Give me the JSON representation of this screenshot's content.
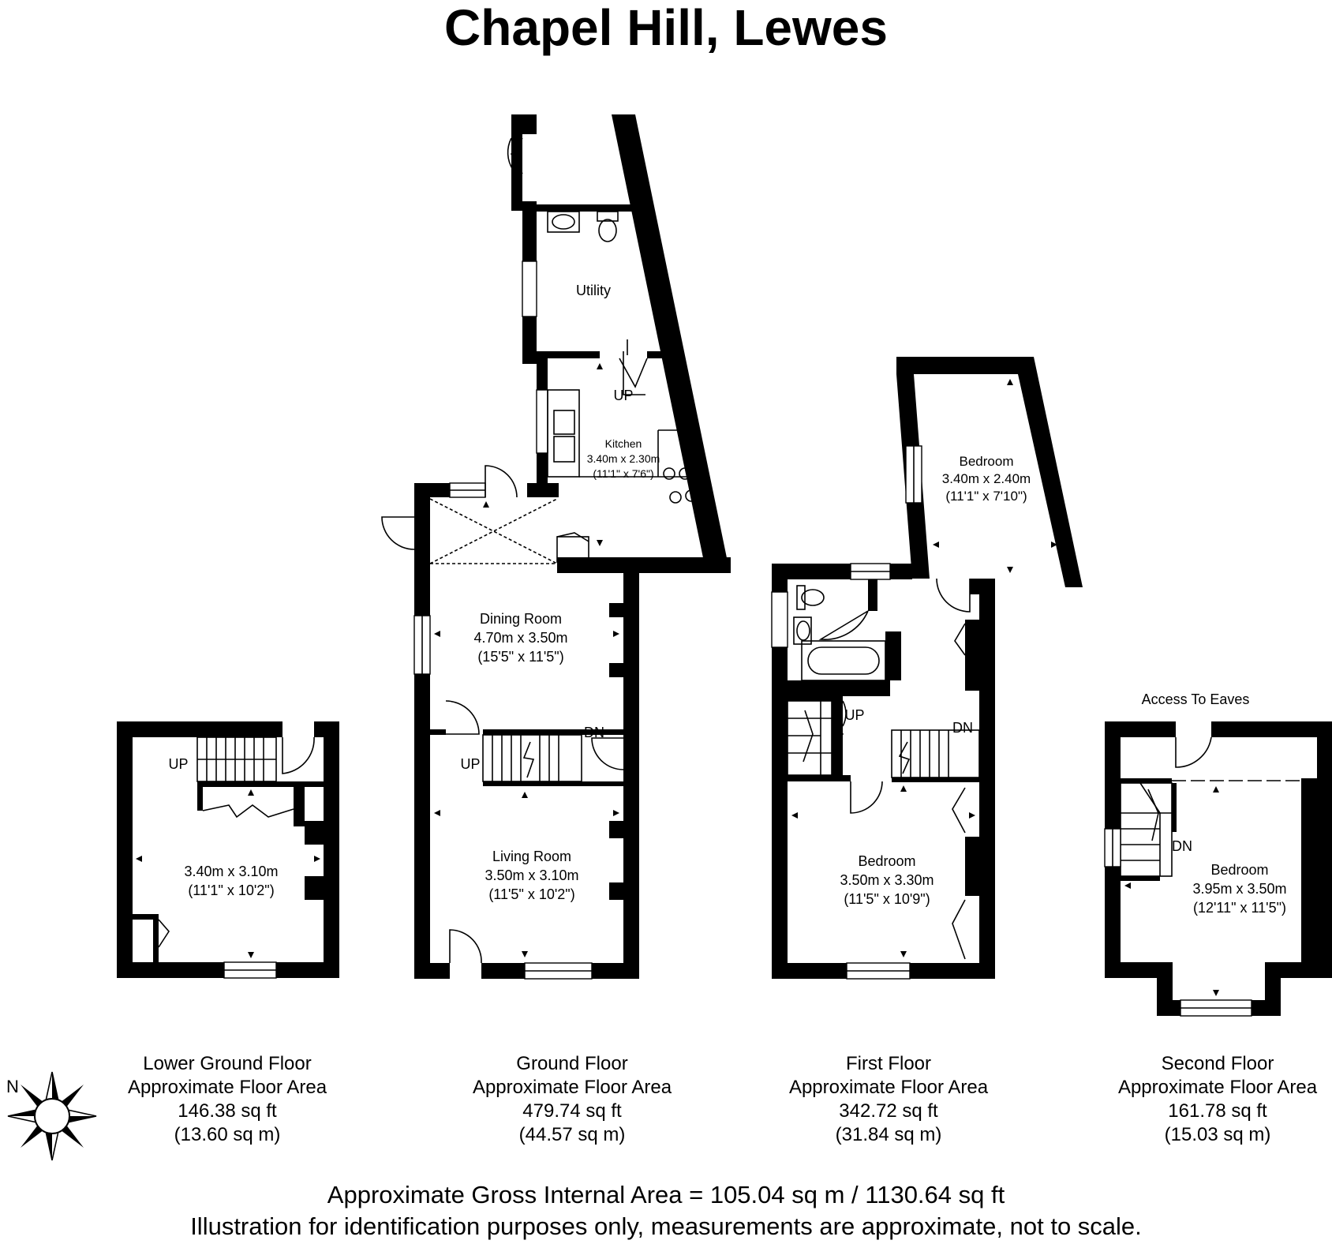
{
  "title": "Chapel Hill, Lewes",
  "compass_label": "N",
  "rooms": {
    "utility": {
      "name": "Utility"
    },
    "kitchen": {
      "name": "Kitchen",
      "metric": "3.40m x 2.30m",
      "imperial": "(11'1\" x 7'6\")"
    },
    "dining": {
      "name": "Dining Room",
      "metric": "4.70m x 3.50m",
      "imperial": "(15'5\" x 11'5\")"
    },
    "living": {
      "name": "Living Room",
      "metric": "3.50m x 3.10m",
      "imperial": "(11'5\" x 10'2\")"
    },
    "lower": {
      "metric": "3.40m x 3.10m",
      "imperial": "(11'1\" x 10'2\")"
    },
    "bedroom_rear": {
      "name": "Bedroom",
      "metric": "3.40m x 2.40m",
      "imperial": "(11'1\" x 7'10\")"
    },
    "bedroom_first": {
      "name": "Bedroom",
      "metric": "3.50m x 3.30m",
      "imperial": "(11'5\" x 10'9\")"
    },
    "bedroom_second": {
      "name": "Bedroom",
      "metric": "3.95m x 3.50m",
      "imperial": "(12'11\" x 11'5\")"
    }
  },
  "stair_labels": {
    "kitchen_up": "UP",
    "lower_up": "UP",
    "ground_up": "UP",
    "ground_dn": "DN",
    "first_up": "UP",
    "first_dn": "DN",
    "second_dn": "DN"
  },
  "eaves_label": "Access To Eaves",
  "floors": [
    {
      "name": "Lower Ground Floor",
      "area_label": "Approximate Floor Area",
      "sqft": "146.38 sq ft",
      "sqm": "(13.60 sq m)"
    },
    {
      "name": "Ground Floor",
      "area_label": "Approximate Floor Area",
      "sqft": "479.74 sq ft",
      "sqm": "(44.57 sq m)"
    },
    {
      "name": "First Floor",
      "area_label": "Approximate Floor Area",
      "sqft": "342.72 sq ft",
      "sqm": "(31.84 sq m)"
    },
    {
      "name": "Second Floor",
      "area_label": "Approximate Floor Area",
      "sqft": "161.78 sq ft",
      "sqm": "(15.03 sq m)"
    }
  ],
  "gross_area": "Approximate Gross Internal Area = 105.04 sq m / 1130.64 sq ft",
  "disclaimer": "Illustration for identification purposes only, measurements are approximate, not to scale."
}
